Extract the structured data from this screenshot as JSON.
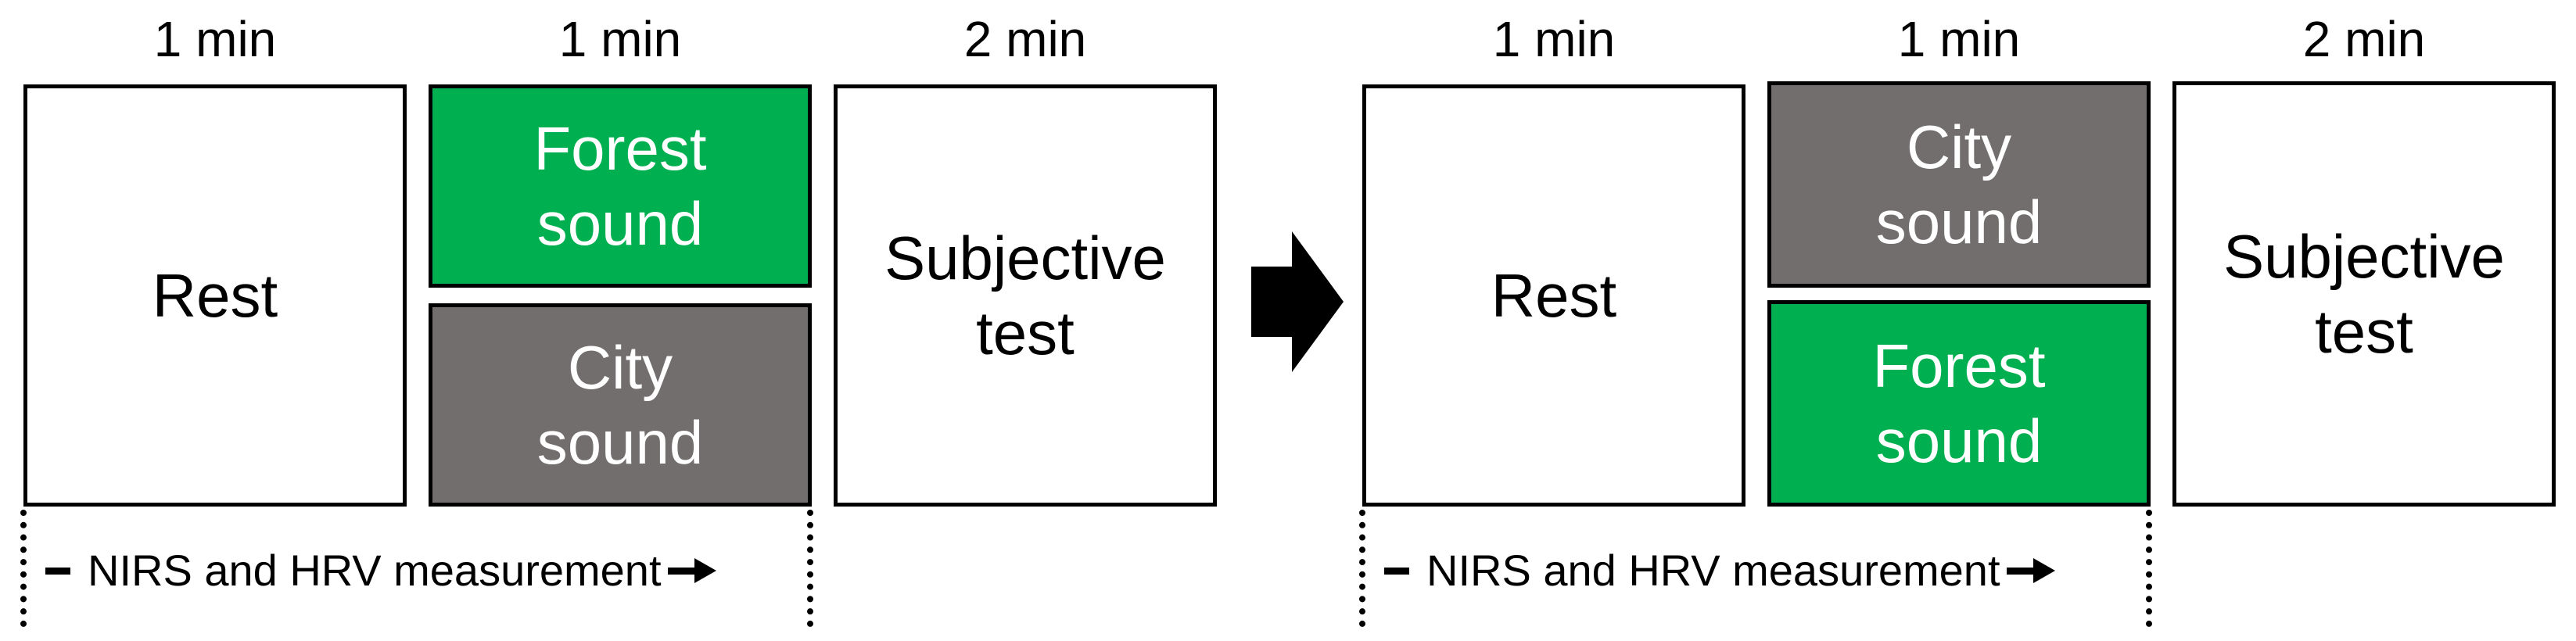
{
  "sequences": [
    {
      "durations": [
        "1 min",
        "1 min",
        "2 min"
      ],
      "rest_label": "Rest",
      "sound_top": {
        "label": "Forest\nsound",
        "kind": "forest"
      },
      "sound_bottom": {
        "label": "City\nsound",
        "kind": "city"
      },
      "subjective_label": "Subjective\ntest",
      "measurement_label": "NIRS and HRV measurement"
    },
    {
      "durations": [
        "1 min",
        "1 min",
        "2 min"
      ],
      "rest_label": "Rest",
      "sound_top": {
        "label": "City\nsound",
        "kind": "city"
      },
      "sound_bottom": {
        "label": "Forest\nsound",
        "kind": "forest"
      },
      "subjective_label": "Subjective\ntest",
      "measurement_label": "NIRS and HRV measurement"
    }
  ],
  "colors": {
    "forest": "#00B050",
    "city": "#716E6D",
    "border": "#000000"
  },
  "icons": {
    "transition": "right-arrow-icon",
    "measurement_start": "dash-icon",
    "measurement_end": "small-right-arrow-icon"
  }
}
